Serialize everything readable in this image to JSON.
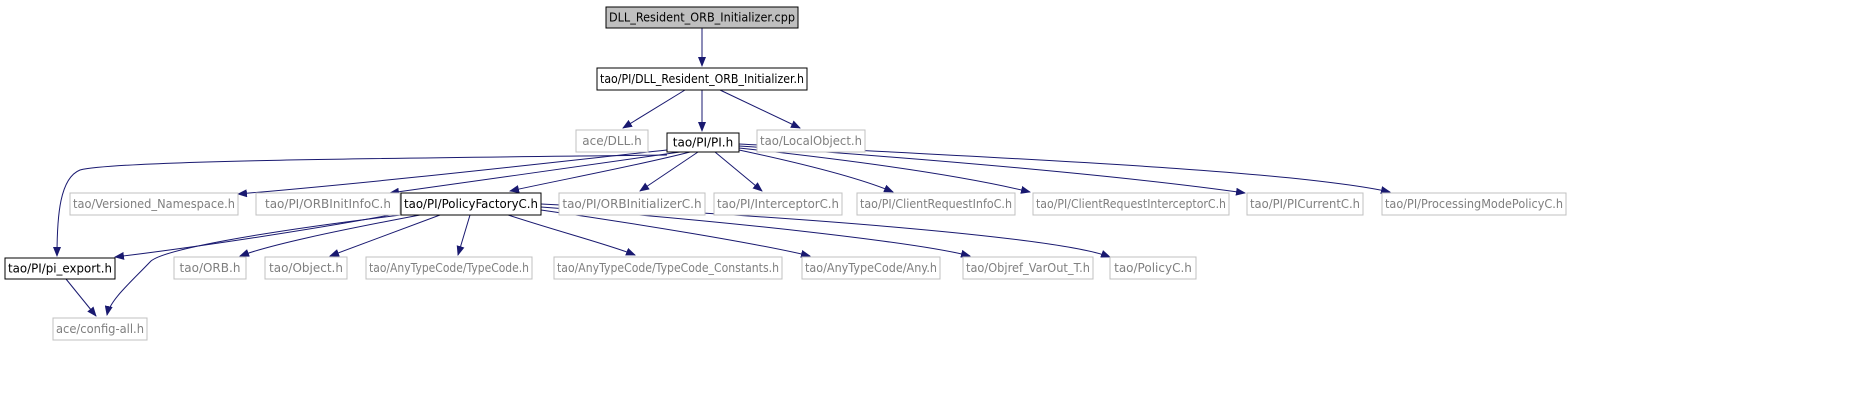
{
  "colors": {
    "edge": "#191970",
    "node_border_primary": "#000000",
    "node_border_secondary": "#c0c0c0",
    "root_fill": "#bfbfbf",
    "text_primary": "#000000",
    "text_secondary": "#7f7f7f"
  },
  "nodes": [
    {
      "id": "n0",
      "label": "DLL_Resident_ORB_Initializer.cpp",
      "style": "root"
    },
    {
      "id": "n1",
      "label": "tao/PI/DLL_Resident_ORB_Initializer.h",
      "style": "primary"
    },
    {
      "id": "n2",
      "label": "ace/DLL.h",
      "style": "secondary"
    },
    {
      "id": "n3",
      "label": "tao/PI/PI.h",
      "style": "primary"
    },
    {
      "id": "n4",
      "label": "tao/LocalObject.h",
      "style": "secondary"
    },
    {
      "id": "n5",
      "label": "tao/Versioned_Namespace.h",
      "style": "secondary"
    },
    {
      "id": "n6",
      "label": "tao/PI/ORBInitInfoC.h",
      "style": "secondary"
    },
    {
      "id": "n7",
      "label": "tao/PI/PolicyFactoryC.h",
      "style": "primary"
    },
    {
      "id": "n8",
      "label": "tao/PI/ORBInitializerC.h",
      "style": "secondary"
    },
    {
      "id": "n9",
      "label": "tao/PI/InterceptorC.h",
      "style": "secondary"
    },
    {
      "id": "n10",
      "label": "tao/PI/ClientRequestInfoC.h",
      "style": "secondary"
    },
    {
      "id": "n11",
      "label": "tao/PI/ClientRequestInterceptorC.h",
      "style": "secondary"
    },
    {
      "id": "n12",
      "label": "tao/PI/PICurrentC.h",
      "style": "secondary"
    },
    {
      "id": "n13",
      "label": "tao/PI/ProcessingModePolicyC.h",
      "style": "secondary"
    },
    {
      "id": "n14",
      "label": "tao/PI/pi_export.h",
      "style": "primary"
    },
    {
      "id": "n15",
      "label": "tao/ORB.h",
      "style": "secondary"
    },
    {
      "id": "n16",
      "label": "tao/Object.h",
      "style": "secondary"
    },
    {
      "id": "n17",
      "label": "tao/AnyTypeCode/TypeCode.h",
      "style": "secondary"
    },
    {
      "id": "n18",
      "label": "tao/AnyTypeCode/TypeCode_Constants.h",
      "style": "secondary"
    },
    {
      "id": "n19",
      "label": "tao/AnyTypeCode/Any.h",
      "style": "secondary"
    },
    {
      "id": "n20",
      "label": "tao/Objref_VarOut_T.h",
      "style": "secondary"
    },
    {
      "id": "n21",
      "label": "tao/PolicyC.h",
      "style": "secondary"
    },
    {
      "id": "n22",
      "label": "ace/config-all.h",
      "style": "secondary"
    }
  ],
  "edges": [
    {
      "from": "n0",
      "to": "n1"
    },
    {
      "from": "n1",
      "to": "n2"
    },
    {
      "from": "n1",
      "to": "n3"
    },
    {
      "from": "n1",
      "to": "n4"
    },
    {
      "from": "n3",
      "to": "n14"
    },
    {
      "from": "n3",
      "to": "n5"
    },
    {
      "from": "n3",
      "to": "n6"
    },
    {
      "from": "n3",
      "to": "n7"
    },
    {
      "from": "n3",
      "to": "n8"
    },
    {
      "from": "n3",
      "to": "n9"
    },
    {
      "from": "n3",
      "to": "n10"
    },
    {
      "from": "n3",
      "to": "n11"
    },
    {
      "from": "n3",
      "to": "n12"
    },
    {
      "from": "n3",
      "to": "n13"
    },
    {
      "from": "n7",
      "to": "n14"
    },
    {
      "from": "n7",
      "to": "n22"
    },
    {
      "from": "n7",
      "to": "n15"
    },
    {
      "from": "n7",
      "to": "n16"
    },
    {
      "from": "n7",
      "to": "n17"
    },
    {
      "from": "n7",
      "to": "n18"
    },
    {
      "from": "n7",
      "to": "n19"
    },
    {
      "from": "n7",
      "to": "n20"
    },
    {
      "from": "n7",
      "to": "n21"
    },
    {
      "from": "n14",
      "to": "n22"
    }
  ]
}
